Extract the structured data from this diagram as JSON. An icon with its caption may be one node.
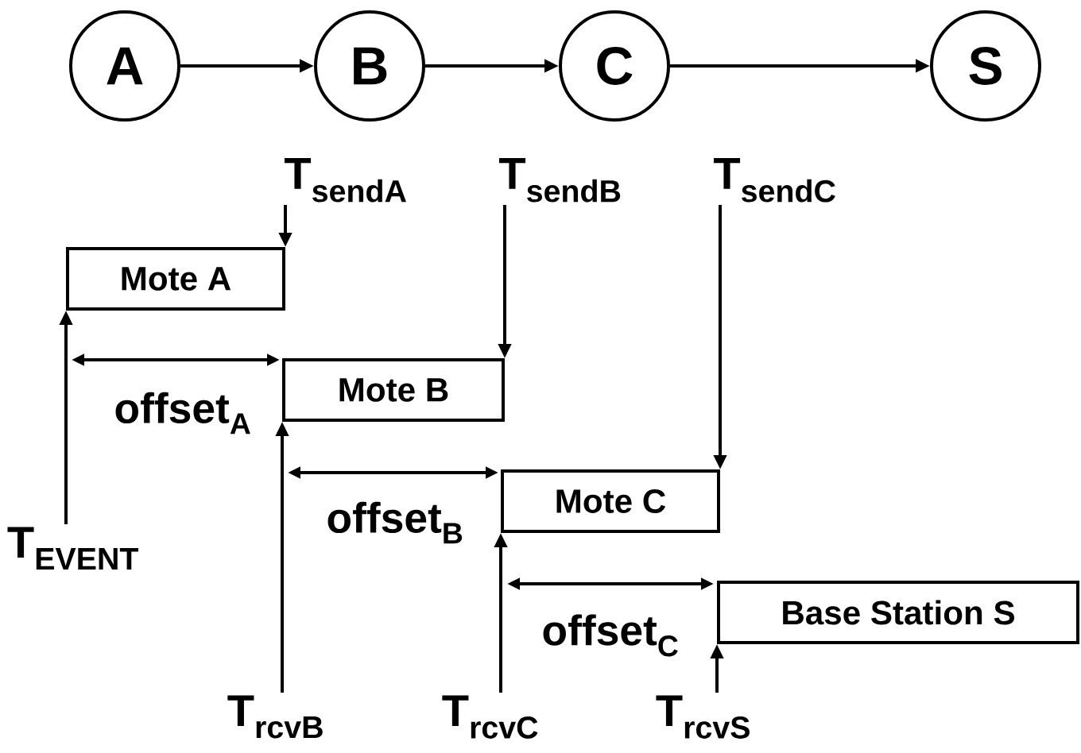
{
  "diagram": {
    "nodes": [
      {
        "text": [
          "A"
        ]
      },
      {
        "text": [
          "B"
        ]
      },
      {
        "text": [
          "C"
        ]
      },
      {
        "text": [
          "S"
        ]
      },
      {
        "text": [
          "Mote A"
        ]
      },
      {
        "text": [
          "Mote B"
        ]
      },
      {
        "text": [
          "Mote C"
        ]
      },
      {
        "text": [
          "Base Station S"
        ]
      },
      {
        "text": [
          "T$_{sendA}$"
        ]
      },
      {
        "text": [
          "T$_{sendB}$"
        ]
      },
      {
        "text": [
          "T$_{sendC}$"
        ]
      },
      {
        "text": [
          "T$_{EVENT}$"
        ]
      },
      {
        "text": [
          "T$_{rcvB}$"
        ]
      },
      {
        "text": [
          "T$_{rcvC}$"
        ]
      },
      {
        "text": [
          "T$_{rcvS}$"
        ]
      }
    ],
    "edges": [
      {
        "from": 0,
        "to": 1,
        "arrow": "to"
      },
      {
        "from": 1,
        "to": 2,
        "arrow": "to"
      },
      {
        "from": 2,
        "to": 3,
        "arrow": "to"
      },
      {
        "from": 8,
        "to": 4,
        "arrow": "to"
      },
      {
        "from": 9,
        "to": 5,
        "arrow": "to"
      },
      {
        "from": 10,
        "to": 6,
        "arrow": "to"
      },
      {
        "from": 11,
        "to": 4,
        "arrow": "to"
      },
      {
        "from": 12,
        "to": 5,
        "arrow": "to"
      },
      {
        "from": 13,
        "to": 6,
        "arrow": "to"
      },
      {
        "from": 14,
        "to": 7,
        "arrow": "to"
      }
    ],
    "labels": [
      "offset$_{A}$",
      "offset$_{B}$",
      "offset$_{C}$"
    ]
  }
}
